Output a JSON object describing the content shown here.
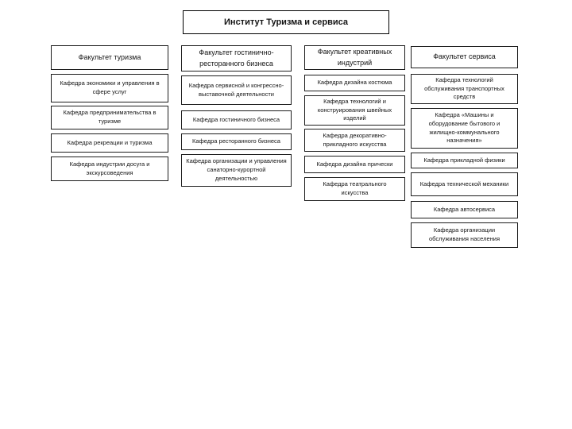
{
  "title": "Институт Туризма и сервиса",
  "columns": [
    {
      "header": "Факультет туризма",
      "departments": [
        "Кафедра экономики и управления в сфере услуг",
        "Кафедра предпринимательства в туризме",
        "Кафедра рекреации и туризма",
        "Кафедра индустрии досуга и экскурсоведения"
      ]
    },
    {
      "header": "Факультет гостинично-ресторанного бизнеса",
      "departments": [
        "Кафедра сервисной и конгрессно-выставочной деятельности",
        "Кафедра гостиничного бизнеса",
        "Кафедра ресторанного бизнеса",
        "Кафедра организации и управления санаторно-курортной деятельностью"
      ]
    },
    {
      "header": "Факультет креативных индустрий",
      "departments": [
        "Кафедра дизайна костюма",
        "Кафедра технологий и конструирования швейных изделий",
        "Кафедра декоративно-прикладного искусства",
        "Кафедра дизайна прически",
        "Кафедра театрального искусства"
      ]
    },
    {
      "header": "Факультет сервиса",
      "departments": [
        "Кафедра технологий обслуживания транспортных средств",
        "Кафедра «Машины и оборудование бытового и жилищно-коммунального назначения»",
        "Кафедра прикладной физики",
        "Кафедра технической механики",
        "Кафедра автосервиса",
        "Кафедра организации обслуживания населения"
      ]
    }
  ],
  "colors": {
    "background": "#ffffff",
    "border": "#1c1c1c",
    "text": "#141414"
  }
}
